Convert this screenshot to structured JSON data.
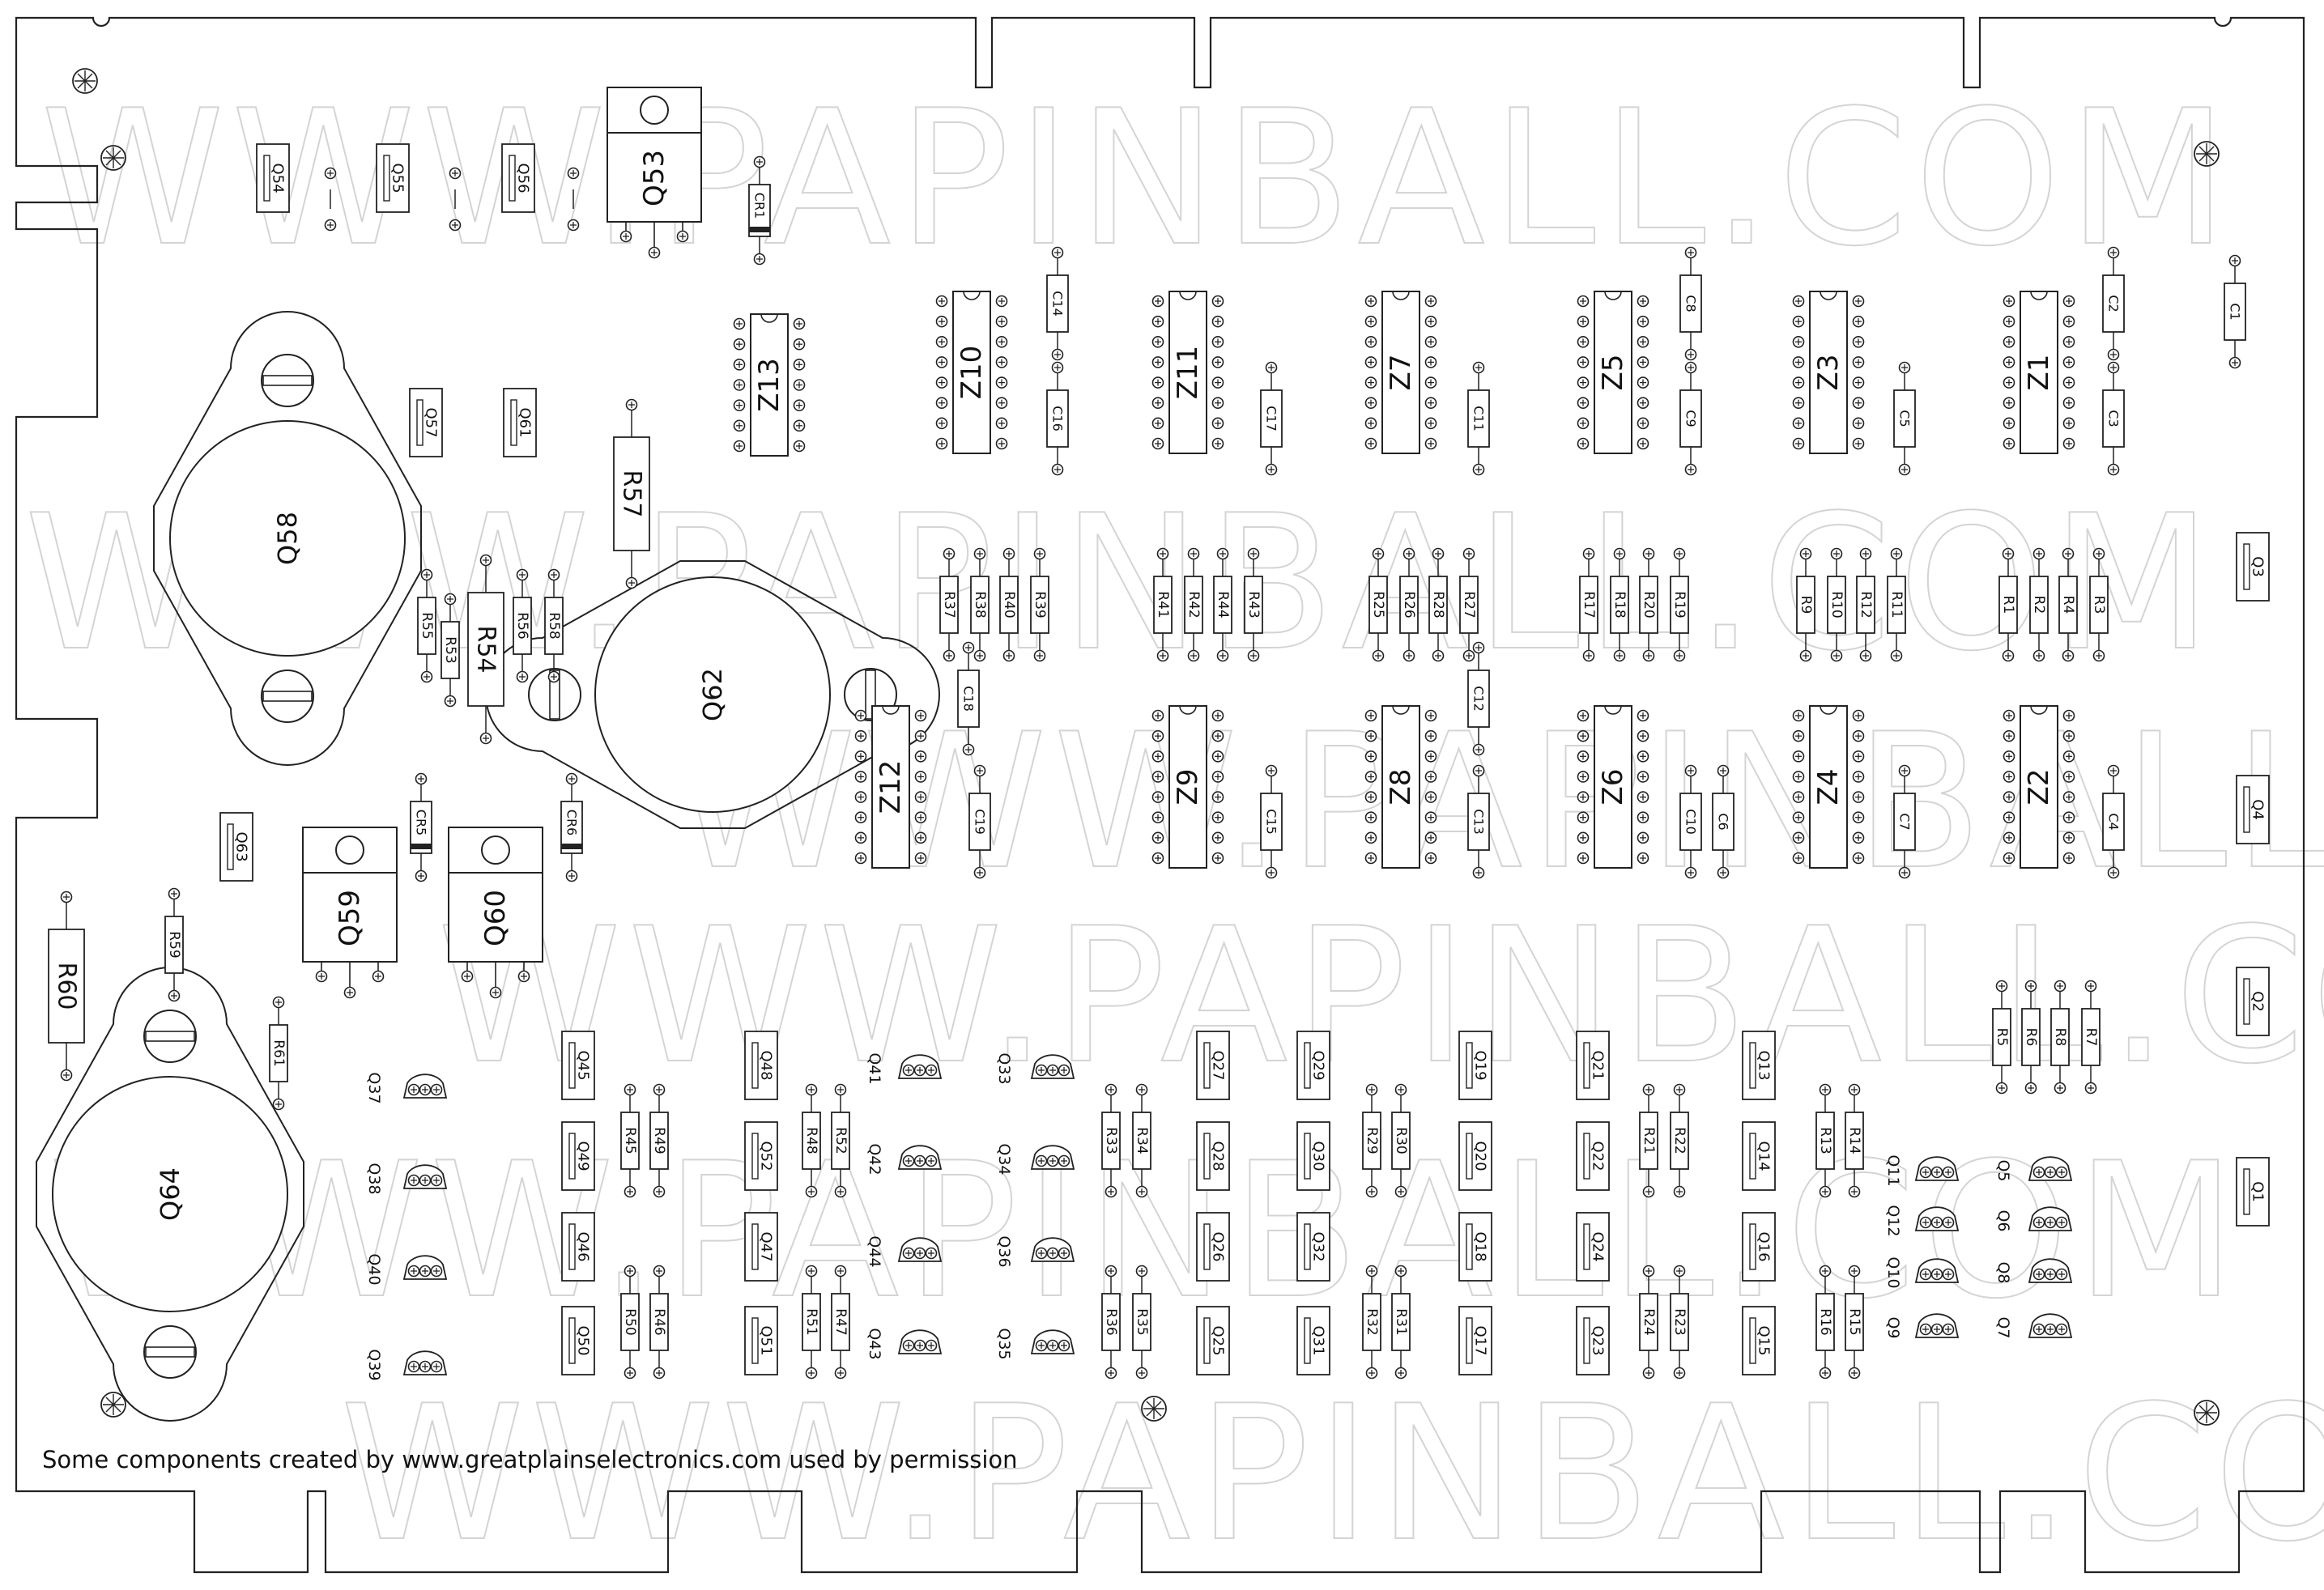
{
  "watermark": "WWW.PAPINBALL.COM",
  "credit": "Some components created by www.greatplainselectronics.com used by permission",
  "components": {
    "to3": [
      "Q58",
      "Q62",
      "Q64"
    ],
    "to220": [
      "Q53",
      "Q59",
      "Q60"
    ],
    "chips": [
      "Z1",
      "Z2",
      "Z3",
      "Z4",
      "Z5",
      "Z6",
      "Z7",
      "Z8",
      "Z9",
      "Z10",
      "Z11",
      "Z12",
      "Z13"
    ],
    "small_transistors": [
      "Q1",
      "Q2",
      "Q3",
      "Q4",
      "Q13",
      "Q14",
      "Q15",
      "Q16",
      "Q17",
      "Q18",
      "Q19",
      "Q20",
      "Q21",
      "Q22",
      "Q23",
      "Q24",
      "Q25",
      "Q26",
      "Q27",
      "Q28",
      "Q29",
      "Q30",
      "Q31",
      "Q32",
      "Q45",
      "Q46",
      "Q47",
      "Q48",
      "Q49",
      "Q50",
      "Q51",
      "Q52",
      "Q54",
      "Q55",
      "Q56",
      "Q57",
      "Q61",
      "Q63"
    ],
    "to92": [
      "Q5",
      "Q6",
      "Q7",
      "Q8",
      "Q9",
      "Q10",
      "Q11",
      "Q12",
      "Q33",
      "Q34",
      "Q35",
      "Q36",
      "Q37",
      "Q38",
      "Q39",
      "Q40",
      "Q41",
      "Q42",
      "Q43",
      "Q44"
    ],
    "resistors": [
      "R1",
      "R2",
      "R3",
      "R4",
      "R5",
      "R6",
      "R7",
      "R8",
      "R9",
      "R10",
      "R11",
      "R12",
      "R13",
      "R14",
      "R15",
      "R16",
      "R17",
      "R18",
      "R19",
      "R20",
      "R21",
      "R22",
      "R23",
      "R24",
      "R25",
      "R26",
      "R27",
      "R28",
      "R29",
      "R30",
      "R31",
      "R32",
      "R33",
      "R34",
      "R35",
      "R36",
      "R37",
      "R38",
      "R39",
      "R40",
      "R41",
      "R42",
      "R43",
      "R44",
      "R45",
      "R46",
      "R47",
      "R48",
      "R49",
      "R50",
      "R51",
      "R52",
      "R53",
      "R54",
      "R55",
      "R56",
      "R57",
      "R58",
      "R59",
      "R60",
      "R61"
    ],
    "capacitors": [
      "C1",
      "C2",
      "C3",
      "C4",
      "C5",
      "C6",
      "C7",
      "C8",
      "C9",
      "C10",
      "C11",
      "C12",
      "C13",
      "C14",
      "C15",
      "C16",
      "C17",
      "C18",
      "C19"
    ],
    "diodes": [
      "CR1",
      "CR5",
      "CR6"
    ]
  }
}
